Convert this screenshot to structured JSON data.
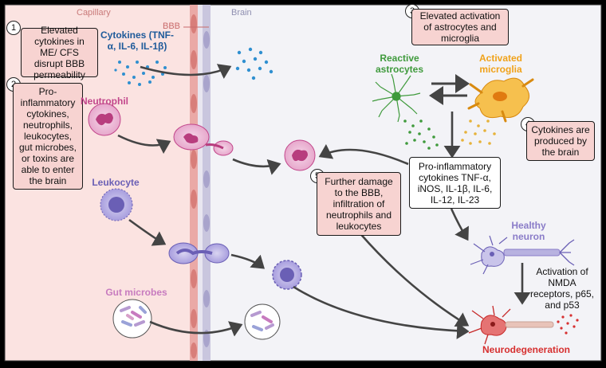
{
  "regions": {
    "capillary": "Capillary",
    "bbb": "BBB",
    "brain": "Brain"
  },
  "steps": [
    "1",
    "2",
    "3",
    "4",
    "5"
  ],
  "boxes": {
    "step1": "Elevated cytokines in ME/ CFS disrupt BBB permeability",
    "step2": "Pro-inflammatory cytokines, neutrophils, leukocytes, gut microbes, or toxins are able to enter the brain",
    "step3": "Elevated activation of astrocytes and microglia",
    "step4": "Cytokines are produced by the brain",
    "step5": "Further damage to the BBB, infiltration of neutrophils and leukocytes",
    "cytokine_list": "Pro-inflammatory cytokines TNF-α, iNOS, IL-1β, IL-6, IL-12, IL-23"
  },
  "labels": {
    "cytokines": "Cytokines (TNF-α, IL-6, IL-1β)",
    "neutrophil": "Neutrophil",
    "leukocyte": "Leukocyte",
    "gut_microbes": "Gut microbes",
    "reactive_astrocytes": "Reactive astrocytes",
    "activated_microglia": "Activated microglia",
    "healthy_neuron": "Healthy neuron",
    "nmda": "Activation of NMDA receptors, p65, and p53",
    "neurodegeneration": "Neurodegeneration"
  },
  "colors": {
    "capillary_bg": "#fbe3e1",
    "brain_bg": "#f2f2f6",
    "box_fill": "#f7d3d1",
    "cytokine_blue": "#2f8fd0",
    "neutrophil": "#c2468b",
    "leukocyte": "#6a5fb5",
    "gut_microbes": "#c77bbf",
    "astrocyte": "#3f9a3c",
    "microglia": "#f0a21a",
    "healthy_neuron": "#8a7cc8",
    "neurodegeneration": "#d62f2f",
    "bbb_text": "#c96a6a",
    "brain_text": "#8f8fb0"
  },
  "icons": [
    "neutrophil-cell-icon",
    "leukocyte-cell-icon",
    "gut-microbes-icon",
    "astrocyte-icon",
    "microglia-icon",
    "healthy-neuron-icon",
    "degenerating-neuron-icon",
    "cytokine-dots-icon"
  ]
}
